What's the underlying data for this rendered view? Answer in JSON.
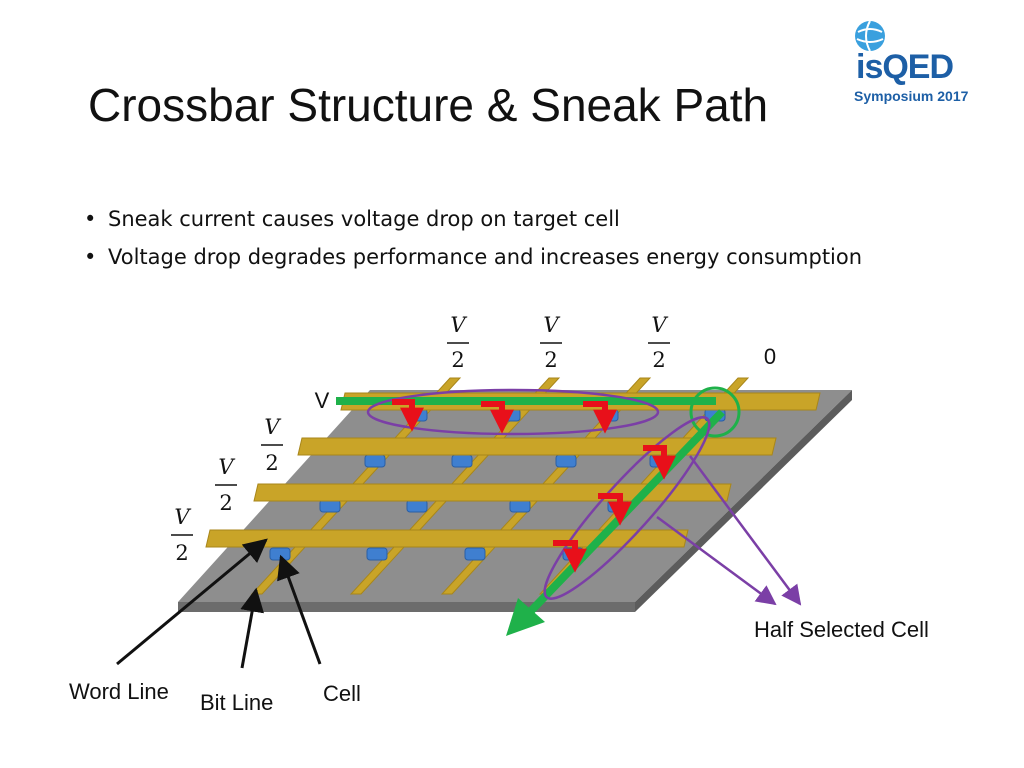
{
  "slide": {
    "title": "Crossbar Structure & Sneak Path",
    "logo": {
      "main": "isQED",
      "sub": "Symposium 2017"
    },
    "bullets": [
      "Sneak current causes voltage drop on target cell",
      "Voltage drop degrades performance and increases energy consumption"
    ]
  },
  "diagram": {
    "column_voltages": [
      {
        "num": "V",
        "den": "2"
      },
      {
        "num": "V",
        "den": "2"
      },
      {
        "num": "V",
        "den": "2"
      },
      {
        "text": "0"
      }
    ],
    "row_voltages": [
      {
        "text": "V"
      },
      {
        "num": "V",
        "den": "2"
      },
      {
        "num": "V",
        "den": "2"
      },
      {
        "num": "V",
        "den": "2"
      }
    ],
    "labels": {
      "word_line": "Word Line",
      "bit_line": "Bit Line",
      "cell": "Cell",
      "half_selected": "Half Selected Cell"
    },
    "colors": {
      "line": "#c9a428",
      "cell": "#3f7fd0",
      "sneak_arrow": "#e8101a",
      "path_arrow": "#1fb14a",
      "highlight": "#7b3fa6",
      "plate": "#8e8e8e"
    }
  }
}
